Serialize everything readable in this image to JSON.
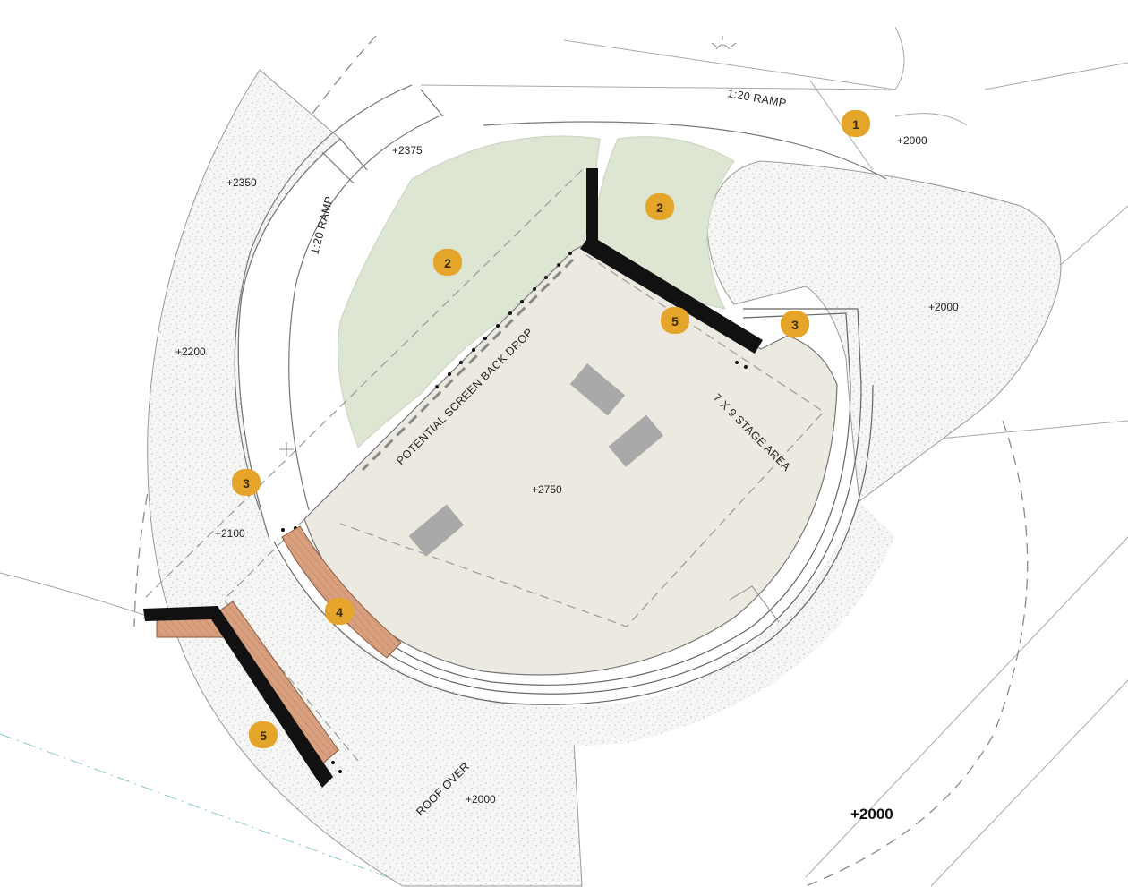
{
  "plan": {
    "labels": {
      "ramp_top": "1:20 RAMP",
      "ramp_left": "1:20 RAMP",
      "backdrop": "POTENTIAL SCREEN BACK DROP",
      "stage": "7 X 9 STAGE AREA",
      "roof": "ROOF OVER"
    },
    "levels": {
      "l2000_top": "+2000",
      "l2375": "+2375",
      "l2350": "+2350",
      "l2000_right": "+2000",
      "l2200": "+2200",
      "l2750": "+2750",
      "l2100": "+2100",
      "l2000_bottom": "+2000",
      "l2000_big": "+2000"
    },
    "markers": {
      "m1": "1",
      "m2a": "2",
      "m2b": "2",
      "m3a": "3",
      "m3b": "3",
      "m4": "4",
      "m5a": "5",
      "m5b": "5"
    }
  },
  "colors": {
    "marker": "#E5A52A",
    "stage_fill": "#ECEAE0",
    "planting": "#DDE6D2",
    "timber": "#D9A07F",
    "wall": "#111111"
  }
}
